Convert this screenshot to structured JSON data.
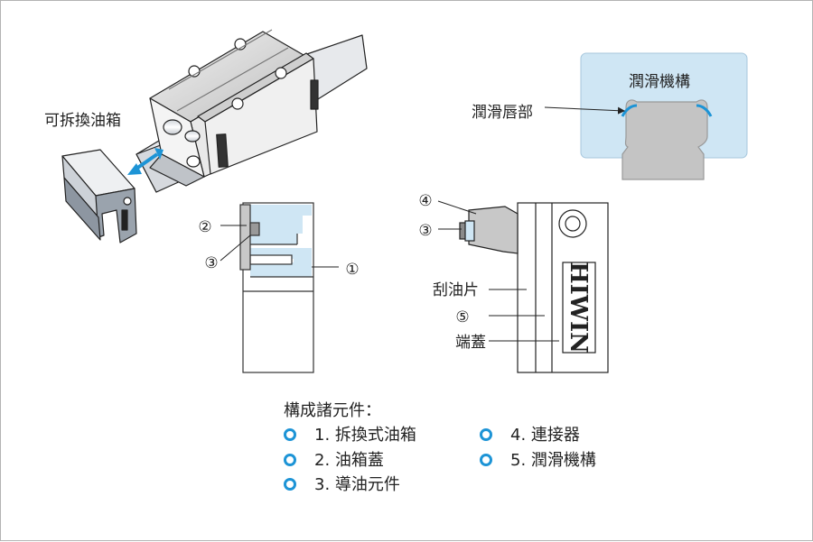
{
  "labels": {
    "removable_tank": "可拆換油箱",
    "lube_lip": "潤滑唇部",
    "lube_mechanism": "潤滑機構",
    "wiper": "刮油片",
    "end_cap": "端蓋",
    "block_brand": "HIWIN"
  },
  "callouts": {
    "c1": "①",
    "c2": "②",
    "c3": "③",
    "c4": "④",
    "c5": "⑤"
  },
  "components": {
    "title": "構成諸元件：",
    "items": [
      {
        "num": "1.",
        "name": "拆換式油箱"
      },
      {
        "num": "2.",
        "name": "油箱蓋"
      },
      {
        "num": "3.",
        "name": "導油元件"
      },
      {
        "num": "4.",
        "name": "連接器"
      },
      {
        "num": "5.",
        "name": "潤滑機構"
      }
    ]
  },
  "colors": {
    "accent": "#1d94d6",
    "light_blue": "#cfe6f4",
    "gray_part": "#c8c8c8",
    "line": "#222222"
  }
}
